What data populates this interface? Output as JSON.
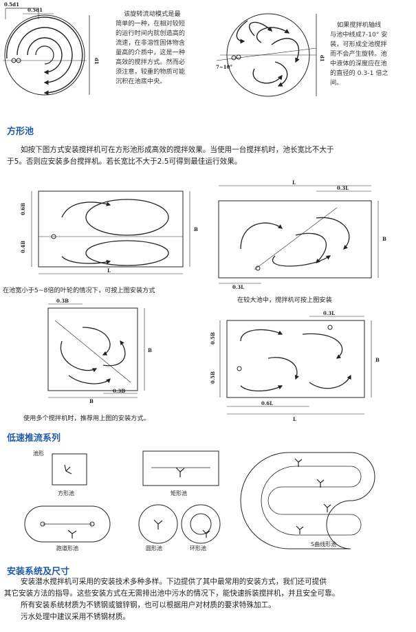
{
  "top": {
    "left_dims": {
      "a": "0.5d1",
      "b": "0.5d1",
      "d": "d1"
    },
    "left_text": [
      "该旋转流动模式是最",
      "简单的一种，在相对较短",
      "的运行时间内就创造高的",
      "流速，在非溶性固体物含",
      "量高的介质中，这是一种",
      "高效的搅拌方式。然而必",
      "须注意，较重的物质可能",
      "沉积在池底中央。"
    ],
    "right_angle": "7~10°",
    "right_d": "d1",
    "right_text": [
      "如果搅拌机轴线",
      "与池中线成7-10° 安",
      "装，可形成全池搅拌",
      "而不会产生旋转。池",
      "中液体的深度应在池",
      "的直径的 0.3-1 倍之",
      "间。"
    ]
  },
  "square": {
    "title": "方形池",
    "para": [
      "如按下图方式安装搅拌机可在方形池形成高效的搅拌效果。当使用一台搅拌机时，池长宽比不大于",
      "于5。否则应安装多台搅拌机。若长宽比不大于2.5可得到最佳运行效果。"
    ],
    "d1": {
      "L": "L",
      "B": "B",
      "b1": "0.6B",
      "b2": "0.4B",
      "caption": "在池宽小于5~8倍的叶轮的情况下，可按上图安装方式"
    },
    "d2": {
      "L": "L",
      "B": "B",
      "t": "0.3L",
      "b": "0.3L",
      "caption": "在较大池中，搅拌机可按上图安装"
    },
    "d3": {
      "B": "B",
      "W": "B",
      "t": "0.3B",
      "b": "0.3B",
      "caption": "使用多个搅拌机时，推荐用上图的安装方式。"
    },
    "d4": {
      "L": "L",
      "B": "B",
      "t": "0.3L",
      "l1": "0.5B",
      "l2": "0.5B",
      "b": "0.6L"
    }
  },
  "lowspeed": {
    "title": "低速推流系列",
    "pool_shape": "池形",
    "square": "方形池",
    "rect": "矩形池",
    "track": "跑道形池",
    "round": "圆形池",
    "ring": "环形池",
    "s": "S曲线形池"
  },
  "install": {
    "title": "安装系统及尺寸",
    "para": [
      "安装潜水搅拌机可采用的安装技术多种多样。下边提供了其中最常用的安装方式，我们还可提供",
      "其它安装方法的指导。这些安装方式在无需排出池中污水的情况下，能快速拆装搅拌机，并且安全可靠。",
      "所有安装系统材质为不锈钢或镀锌钢，也可以根据用户对材质的要求特殊加工。",
      "污水处理中建议采用不锈钢材质。"
    ]
  }
}
